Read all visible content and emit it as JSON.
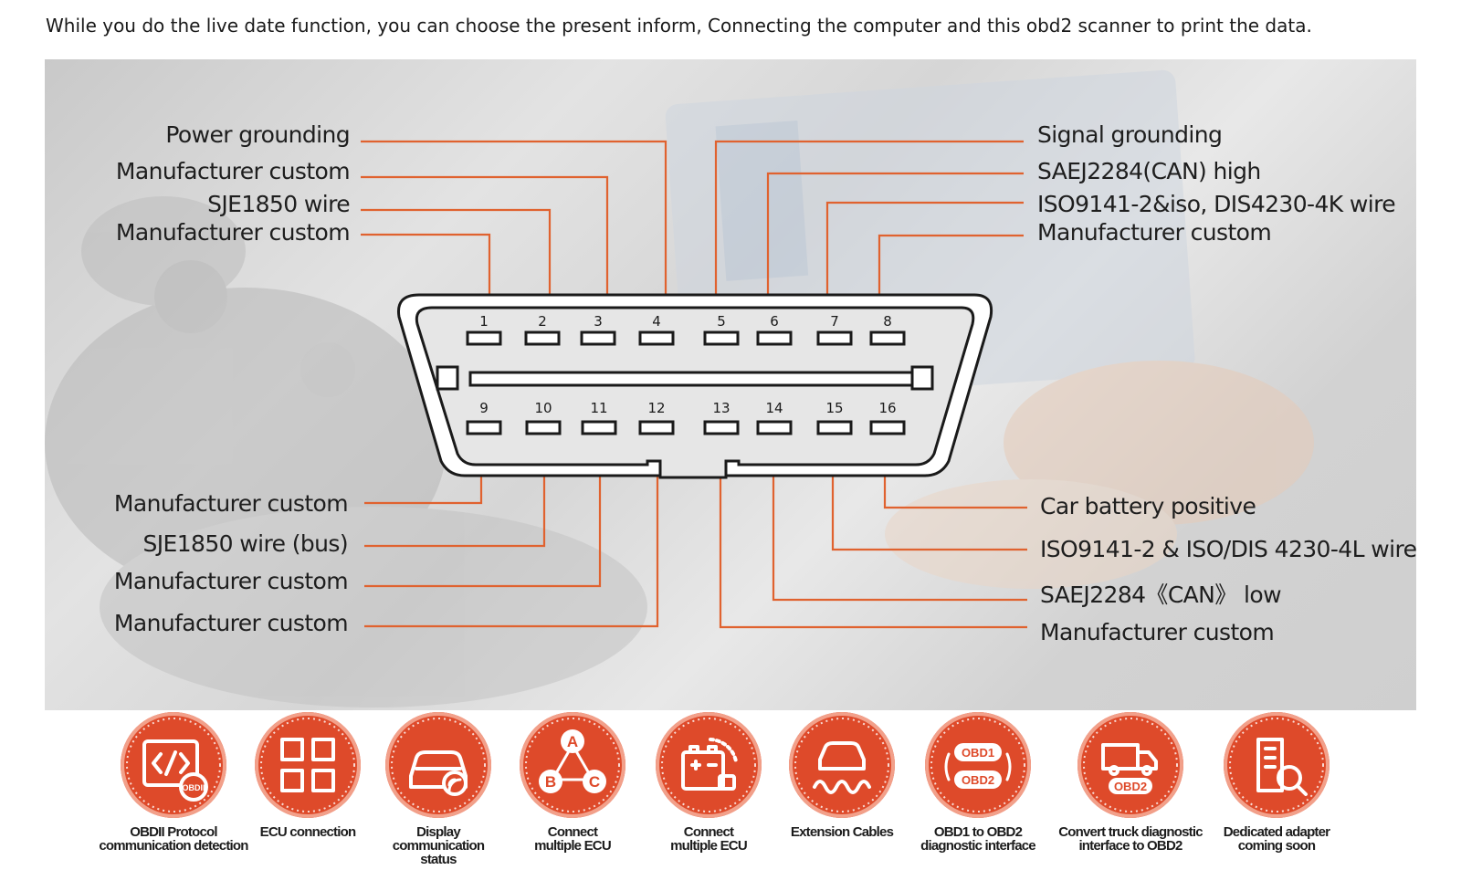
{
  "intro_text": "While you do the live date function, you can choose the present inform, Connecting the computer and this obd2 scanner to print the data.",
  "pin_numbers_top": [
    "1",
    "2",
    "3",
    "4",
    "5",
    "6",
    "7",
    "8"
  ],
  "pin_numbers_bottom": [
    "9",
    "10",
    "11",
    "12",
    "13",
    "14",
    "15",
    "16"
  ],
  "labels_top_left": [
    "Power grounding",
    "Manufacturer custom",
    "SJE1850 wire",
    "Manufacturer custom"
  ],
  "labels_top_right": [
    "Signal grounding",
    "SAEJ2284(CAN) high",
    "ISO9141-2&iso, DIS4230-4K wire",
    "Manufacturer custom"
  ],
  "labels_bottom_left": [
    "Manufacturer custom",
    "SJE1850 wire (bus)",
    "Manufacturer custom",
    "Manufacturer custom"
  ],
  "labels_bottom_right": [
    "Car battery positive",
    "ISO9141-2 & ISO/DIS 4230-4L wire",
    "SAEJ2284《CAN》 low",
    "Manufacturer custom"
  ],
  "colors": {
    "accent": "#e0622f",
    "feature_red": "#de4a2a",
    "connector_fill": "#e6e6e6"
  },
  "features": [
    {
      "icon": "code-obd-icon",
      "caption_lines": [
        "OBDII Protocol",
        "communication detection"
      ],
      "badge": "OBDII"
    },
    {
      "icon": "ecu-grid-icon",
      "caption_lines": [
        "ECU connection"
      ]
    },
    {
      "icon": "car-display-icon",
      "caption_lines": [
        "Display",
        "communication",
        "status"
      ]
    },
    {
      "icon": "abc-network-icon",
      "caption_lines": [
        "Connect",
        "multiple ECU"
      ],
      "letters": [
        "A",
        "B",
        "C"
      ]
    },
    {
      "icon": "battery-ecu-icon",
      "caption_lines": [
        "Connect",
        "multiple ECU"
      ]
    },
    {
      "icon": "car-waveform-icon",
      "caption_lines": [
        "Extension Cables"
      ]
    },
    {
      "icon": "obd1-obd2-icon",
      "caption_lines": [
        "OBD1 to OBD2",
        "diagnostic interface"
      ],
      "badges": [
        "OBD1",
        "OBD2"
      ]
    },
    {
      "icon": "truck-icon",
      "caption_lines": [
        "Convert truck diagnostic",
        "interface to OBD2"
      ],
      "badge": "OBD2"
    },
    {
      "icon": "adapter-search-icon",
      "caption_lines": [
        "Dedicated adapter",
        "coming soon"
      ]
    }
  ]
}
